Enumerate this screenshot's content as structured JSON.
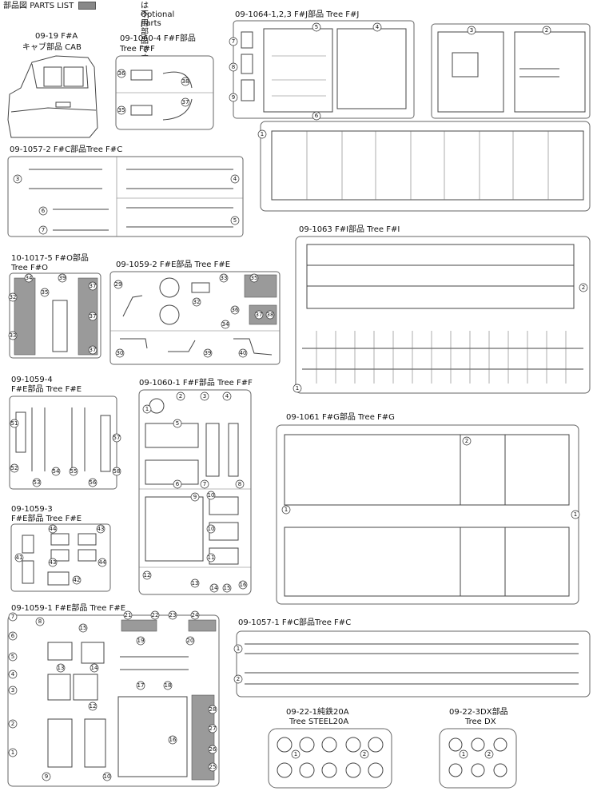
{
  "header": {
    "title_jp": "部品図",
    "title_en": "PARTS LIST",
    "note_jp": "は不用部品です。",
    "note_en": "Optional parts"
  },
  "trees": [
    {
      "code": "09-19 F#A",
      "name": "キャブ部品 CAB"
    },
    {
      "code": "09-1060-4 F#F部品",
      "name": "Tree F#F"
    },
    {
      "code": "09-1064-1,2,3 F#J部品 Tree F#J",
      "name": ""
    },
    {
      "code": "09-1057-2 F#C部品Tree F#C",
      "name": ""
    },
    {
      "code": "09-1063 F#I部品 Tree F#I",
      "name": ""
    },
    {
      "code": "10-1017-5 F#O部品",
      "name": "Tree F#O"
    },
    {
      "code": "09-1059-2 F#E部品 Tree F#E",
      "name": ""
    },
    {
      "code": "09-1059-4",
      "name": "F#E部品 Tree F#E"
    },
    {
      "code": "09-1060-1 F#F部品 Tree F#F",
      "name": ""
    },
    {
      "code": "09-1061 F#G部品 Tree F#G",
      "name": ""
    },
    {
      "code": "09-1059-3",
      "name": "F#E部品 Tree F#E"
    },
    {
      "code": "09-1059-1 F#E部品 Tree F#E",
      "name": ""
    },
    {
      "code": "09-1057-1 F#C部品Tree F#C",
      "name": ""
    },
    {
      "code": "09-22-1純鉄20A",
      "name": "Tree STEEL20A"
    },
    {
      "code": "09-22-3DX部品",
      "name": "Tree DX"
    }
  ]
}
